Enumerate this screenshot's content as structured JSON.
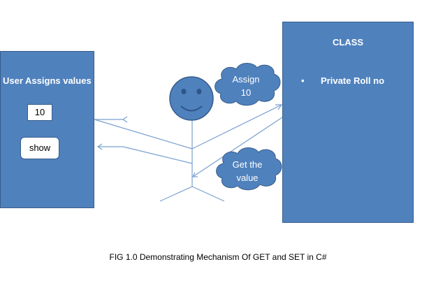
{
  "user_box": {
    "title": "User Assigns values",
    "value_field": "10",
    "show_button": "show"
  },
  "class_box": {
    "title": "CLASS",
    "bullet": "•",
    "item": "Private Roll no"
  },
  "clouds": {
    "assign_line1": "Assign",
    "assign_line2": "10",
    "get_line1": "Get the",
    "get_line2": "value"
  },
  "caption": "FIG 1.0 Demonstrating  Mechanism  Of GET and SET in C#",
  "colors": {
    "box_fill": "#4f81bd",
    "box_border": "#385d8a",
    "line": "#4f81bd"
  }
}
